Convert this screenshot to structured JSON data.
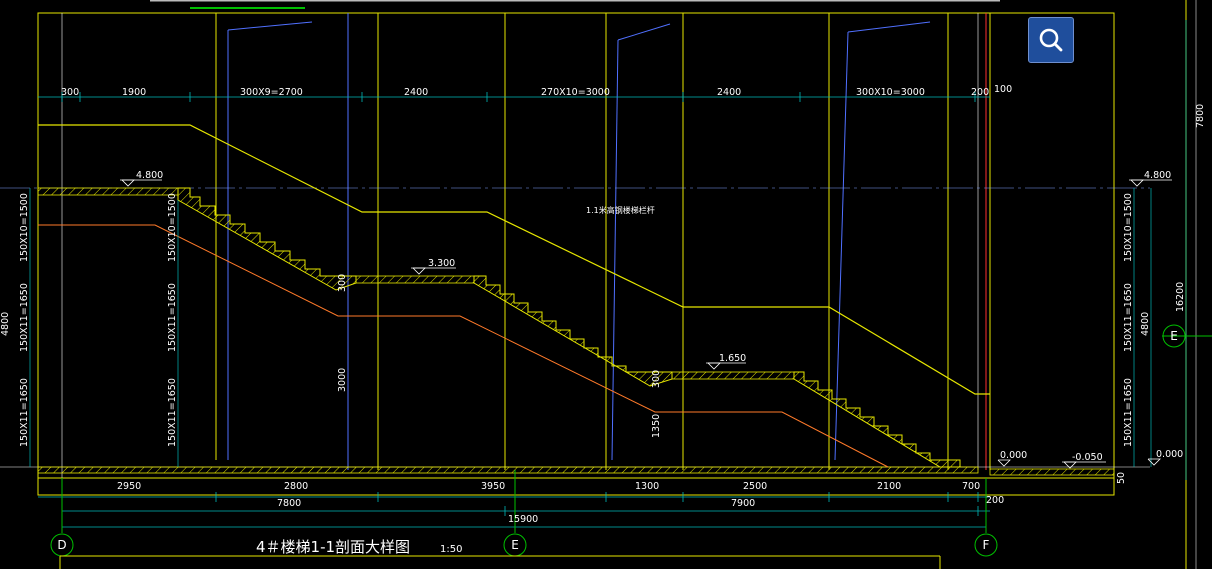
{
  "drawing": {
    "title": "4＃楼梯1-1剖面大样图",
    "scale": "1:50",
    "note": "1.1米高钢楼梯栏杆",
    "grid_axes": [
      "D",
      "E",
      "F"
    ],
    "right_axis": "E",
    "top_dims": [
      "300",
      "1900",
      "300X9=2700",
      "2400",
      "270X10=3000",
      "2400",
      "300X10=3000",
      "200",
      "100"
    ],
    "bottom_dims_row1": [
      "2950",
      "2800",
      "3950",
      "1300",
      "2500",
      "2100",
      "700"
    ],
    "bottom_dims_row2": [
      "7800",
      "7900",
      "200"
    ],
    "bottom_total": "15900",
    "elevations": [
      "4.800",
      "3.300",
      "1.650",
      "0.000",
      "0.000",
      "-0.050",
      "4.800"
    ],
    "left_vertical_dims": [
      "150X10=1500",
      "150X11=1650",
      "150X11=1650",
      "4800"
    ],
    "inner_vertical_dims": [
      "150X10=1500",
      "150X11=1650",
      "150X11=1650"
    ],
    "right_vertical_dims": [
      "150X10=1500",
      "150X11=1650",
      "150X11=1650",
      "4800",
      "16200",
      "7800"
    ],
    "mid_dims": [
      "3000",
      "300",
      "300",
      "1350",
      "50"
    ]
  },
  "ui": {
    "search_icon": "search-icon"
  },
  "colors": {
    "background": "#000000",
    "outline": "#e6e600",
    "dim": "#ffffff",
    "dim_line": "#00b8b8",
    "grid_axis": "#00c000",
    "under_slab": "#ff7a2a",
    "column_blue": "#5070ff",
    "accent_red": "#ff3030",
    "search_button": "#1f4e9c"
  }
}
